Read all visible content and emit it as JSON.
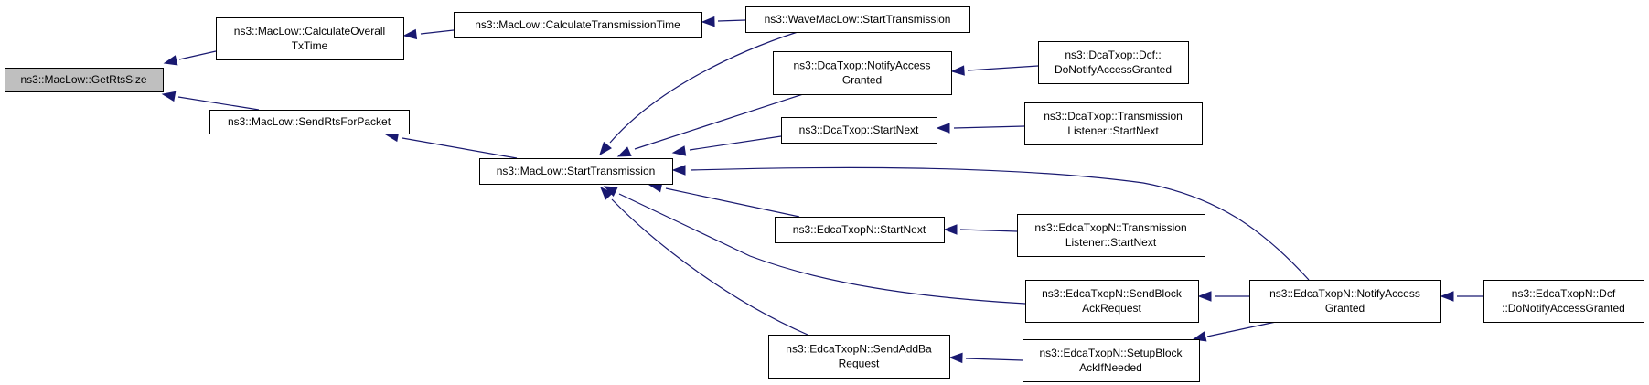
{
  "colors": {
    "edge": "#191970",
    "node_fill": "#ffffff",
    "highlight_fill": "#bfbfbf",
    "border": "#000000",
    "text": "#000000"
  },
  "nodes": [
    {
      "id": "getrtssize",
      "lines": [
        "ns3::MacLow::GetRtsSize"
      ],
      "highlighted": true
    },
    {
      "id": "calcoveralltxtime",
      "lines": [
        "ns3::MacLow::CalculateOverall",
        "TxTime"
      ]
    },
    {
      "id": "sendrtsforpacket",
      "lines": [
        "ns3::MacLow::SendRtsForPacket"
      ]
    },
    {
      "id": "calctransmissiontime",
      "lines": [
        "ns3::MacLow::CalculateTransmissionTime"
      ]
    },
    {
      "id": "starttransmission",
      "lines": [
        "ns3::MacLow::StartTransmission"
      ]
    },
    {
      "id": "wavestarttransmission",
      "lines": [
        "ns3::WaveMacLow::StartTransmission"
      ]
    },
    {
      "id": "dcanotifyaccessgranted",
      "lines": [
        "ns3::DcaTxop::NotifyAccess",
        "Granted"
      ]
    },
    {
      "id": "dcastartnext",
      "lines": [
        "ns3::DcaTxop::StartNext"
      ]
    },
    {
      "id": "edcastartnext",
      "lines": [
        "ns3::EdcaTxopN::StartNext"
      ]
    },
    {
      "id": "edcasendaddbarequest",
      "lines": [
        "ns3::EdcaTxopN::SendAddBa",
        "Request"
      ]
    },
    {
      "id": "dcadcfdonotify",
      "lines": [
        "ns3::DcaTxop::Dcf::",
        "DoNotifyAccessGranted"
      ]
    },
    {
      "id": "dcatlstartnext",
      "lines": [
        "ns3::DcaTxop::Transmission",
        "Listener::StartNext"
      ]
    },
    {
      "id": "edcatlstartnext",
      "lines": [
        "ns3::EdcaTxopN::Transmission",
        "Listener::StartNext"
      ]
    },
    {
      "id": "edcasendblockackrequest",
      "lines": [
        "ns3::EdcaTxopN::SendBlock",
        "AckRequest"
      ]
    },
    {
      "id": "edcasetupblockack",
      "lines": [
        "ns3::EdcaTxopN::SetupBlock",
        "AckIfNeeded"
      ]
    },
    {
      "id": "edcanotifyaccessgranted",
      "lines": [
        "ns3::EdcaTxopN::NotifyAccess",
        "Granted"
      ]
    },
    {
      "id": "edcadcfdonotify",
      "lines": [
        "ns3::EdcaTxopN::Dcf",
        "::DoNotifyAccessGranted"
      ]
    }
  ],
  "edges": [
    {
      "from": "calcoveralltxtime",
      "to": "getrtssize"
    },
    {
      "from": "sendrtsforpacket",
      "to": "getrtssize"
    },
    {
      "from": "calctransmissiontime",
      "to": "calcoveralltxtime"
    },
    {
      "from": "starttransmission",
      "to": "sendrtsforpacket"
    },
    {
      "from": "wavestarttransmission",
      "to": "calctransmissiontime"
    },
    {
      "from": "wavestarttransmission",
      "to": "starttransmission"
    },
    {
      "from": "dcanotifyaccessgranted",
      "to": "starttransmission"
    },
    {
      "from": "dcastartnext",
      "to": "starttransmission"
    },
    {
      "from": "edcastartnext",
      "to": "starttransmission"
    },
    {
      "from": "edcasendblockackrequest",
      "to": "starttransmission"
    },
    {
      "from": "edcasendaddbarequest",
      "to": "starttransmission"
    },
    {
      "from": "edcanotifyaccessgranted",
      "to": "starttransmission"
    },
    {
      "from": "dcadcfdonotify",
      "to": "dcanotifyaccessgranted"
    },
    {
      "from": "dcatlstartnext",
      "to": "dcastartnext"
    },
    {
      "from": "edcatlstartnext",
      "to": "edcastartnext"
    },
    {
      "from": "edcanotifyaccessgranted",
      "to": "edcasendblockackrequest"
    },
    {
      "from": "edcasetupblockack",
      "to": "edcasendaddbarequest"
    },
    {
      "from": "edcasetupblockack",
      "to": "edcanotifyaccessgranted"
    },
    {
      "from": "edcadcfdonotify",
      "to": "edcanotifyaccessgranted"
    }
  ]
}
